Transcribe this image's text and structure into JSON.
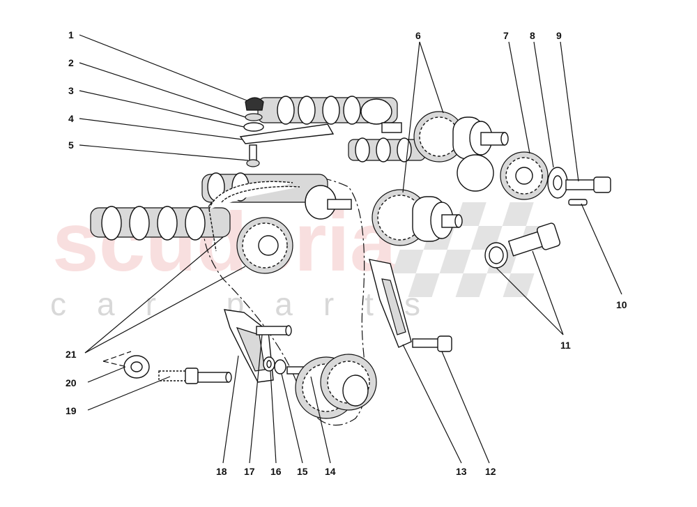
{
  "watermark": {
    "brand": "scuderia",
    "tagline": "car parts"
  },
  "callouts": [
    "1",
    "2",
    "3",
    "4",
    "5",
    "6",
    "7",
    "8",
    "9",
    "10",
    "11",
    "12",
    "13",
    "14",
    "15",
    "16",
    "17",
    "18",
    "19",
    "20",
    "21"
  ]
}
